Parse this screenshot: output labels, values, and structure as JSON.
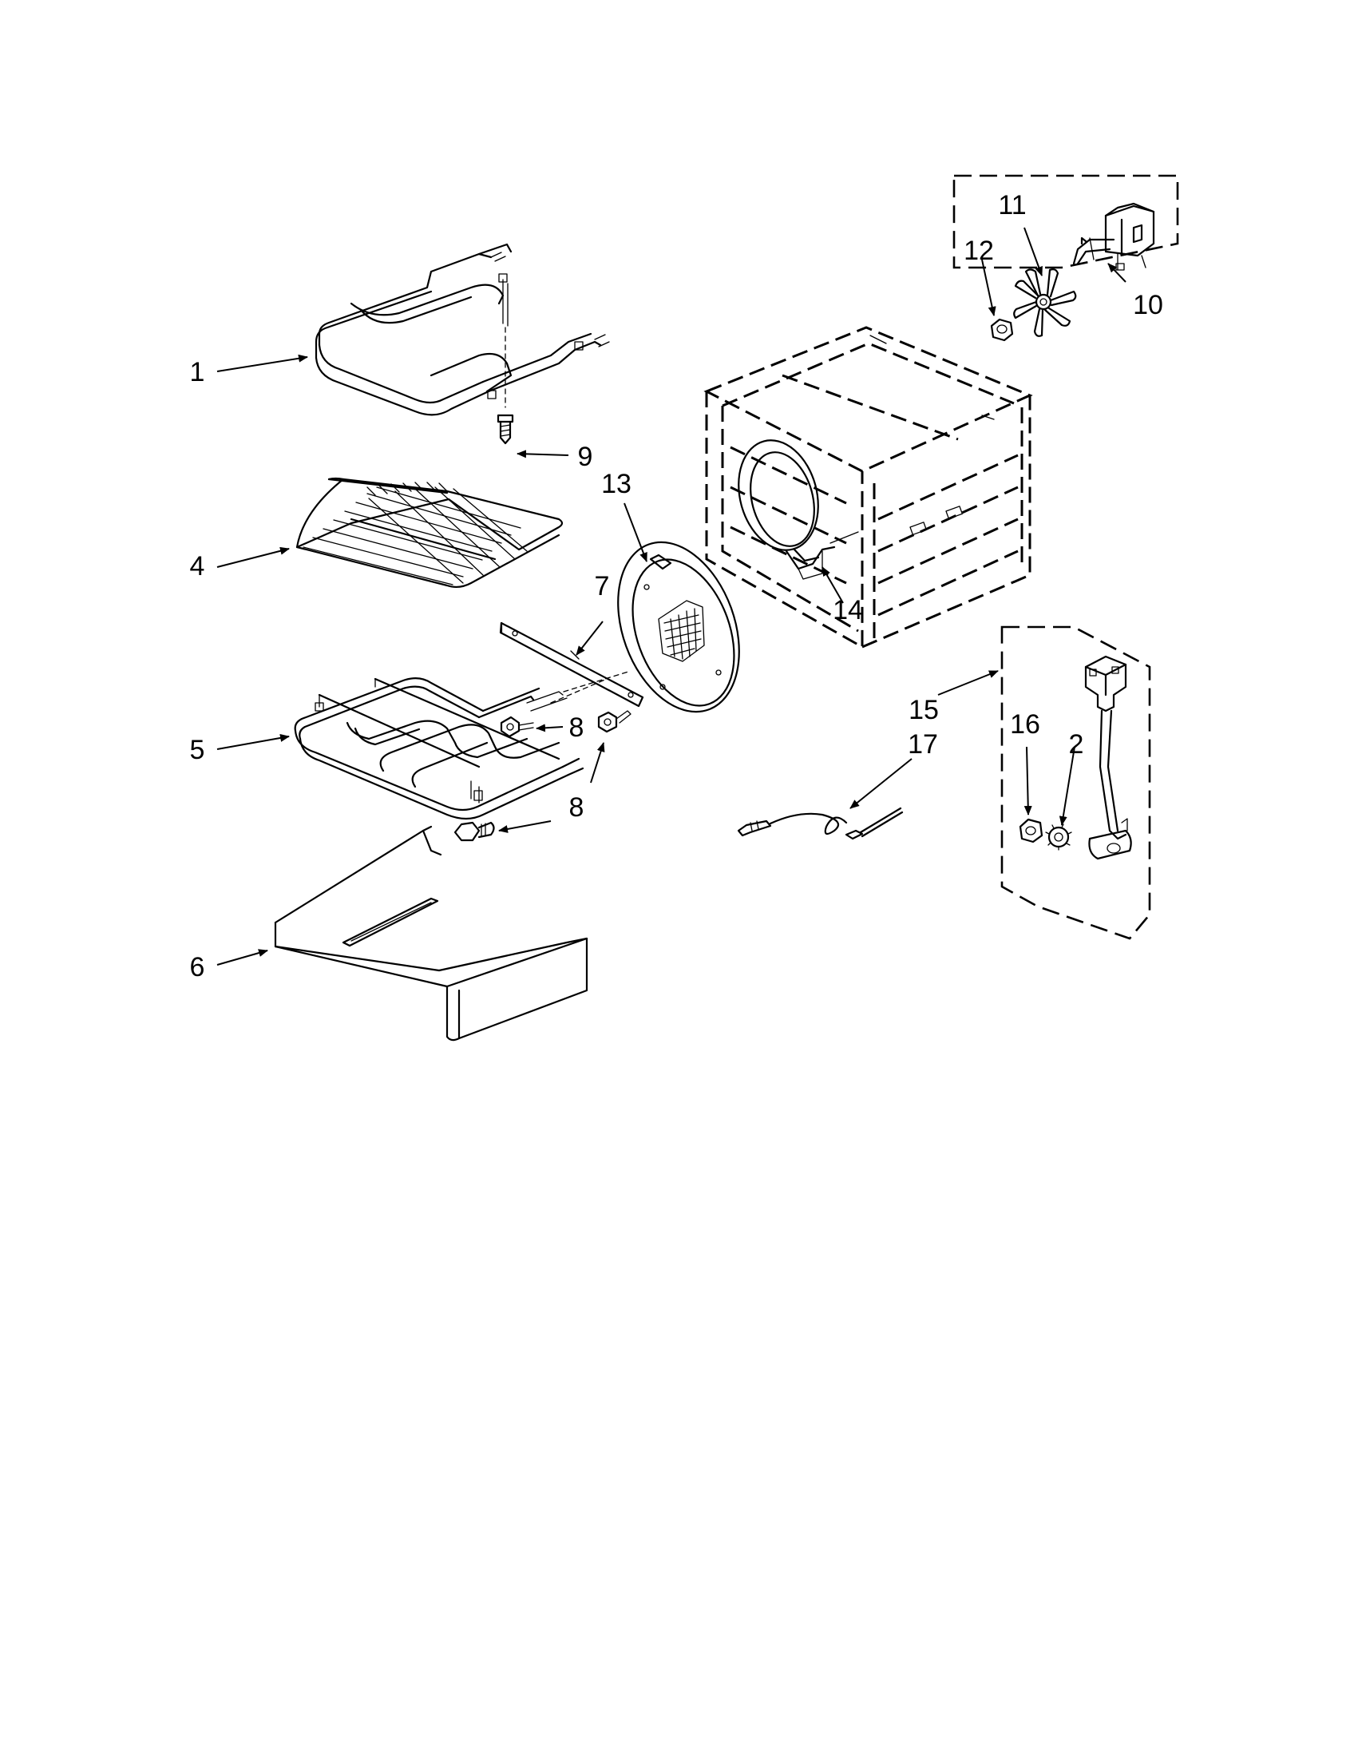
{
  "diagram": {
    "type": "exploded-parts-diagram",
    "callouts": [
      {
        "id": "c1",
        "label": "1"
      },
      {
        "id": "c4",
        "label": "4"
      },
      {
        "id": "c5",
        "label": "5"
      },
      {
        "id": "c6",
        "label": "6"
      },
      {
        "id": "c7",
        "label": "7"
      },
      {
        "id": "c8a",
        "label": "8"
      },
      {
        "id": "c8b",
        "label": "8"
      },
      {
        "id": "c9",
        "label": "9"
      },
      {
        "id": "c13",
        "label": "13"
      },
      {
        "id": "c14",
        "label": "14"
      },
      {
        "id": "c10",
        "label": "10"
      },
      {
        "id": "c11",
        "label": "11"
      },
      {
        "id": "c12",
        "label": "12"
      },
      {
        "id": "c15",
        "label": "15"
      },
      {
        "id": "c16",
        "label": "16"
      },
      {
        "id": "c2",
        "label": "2"
      },
      {
        "id": "c17",
        "label": "17"
      }
    ]
  }
}
